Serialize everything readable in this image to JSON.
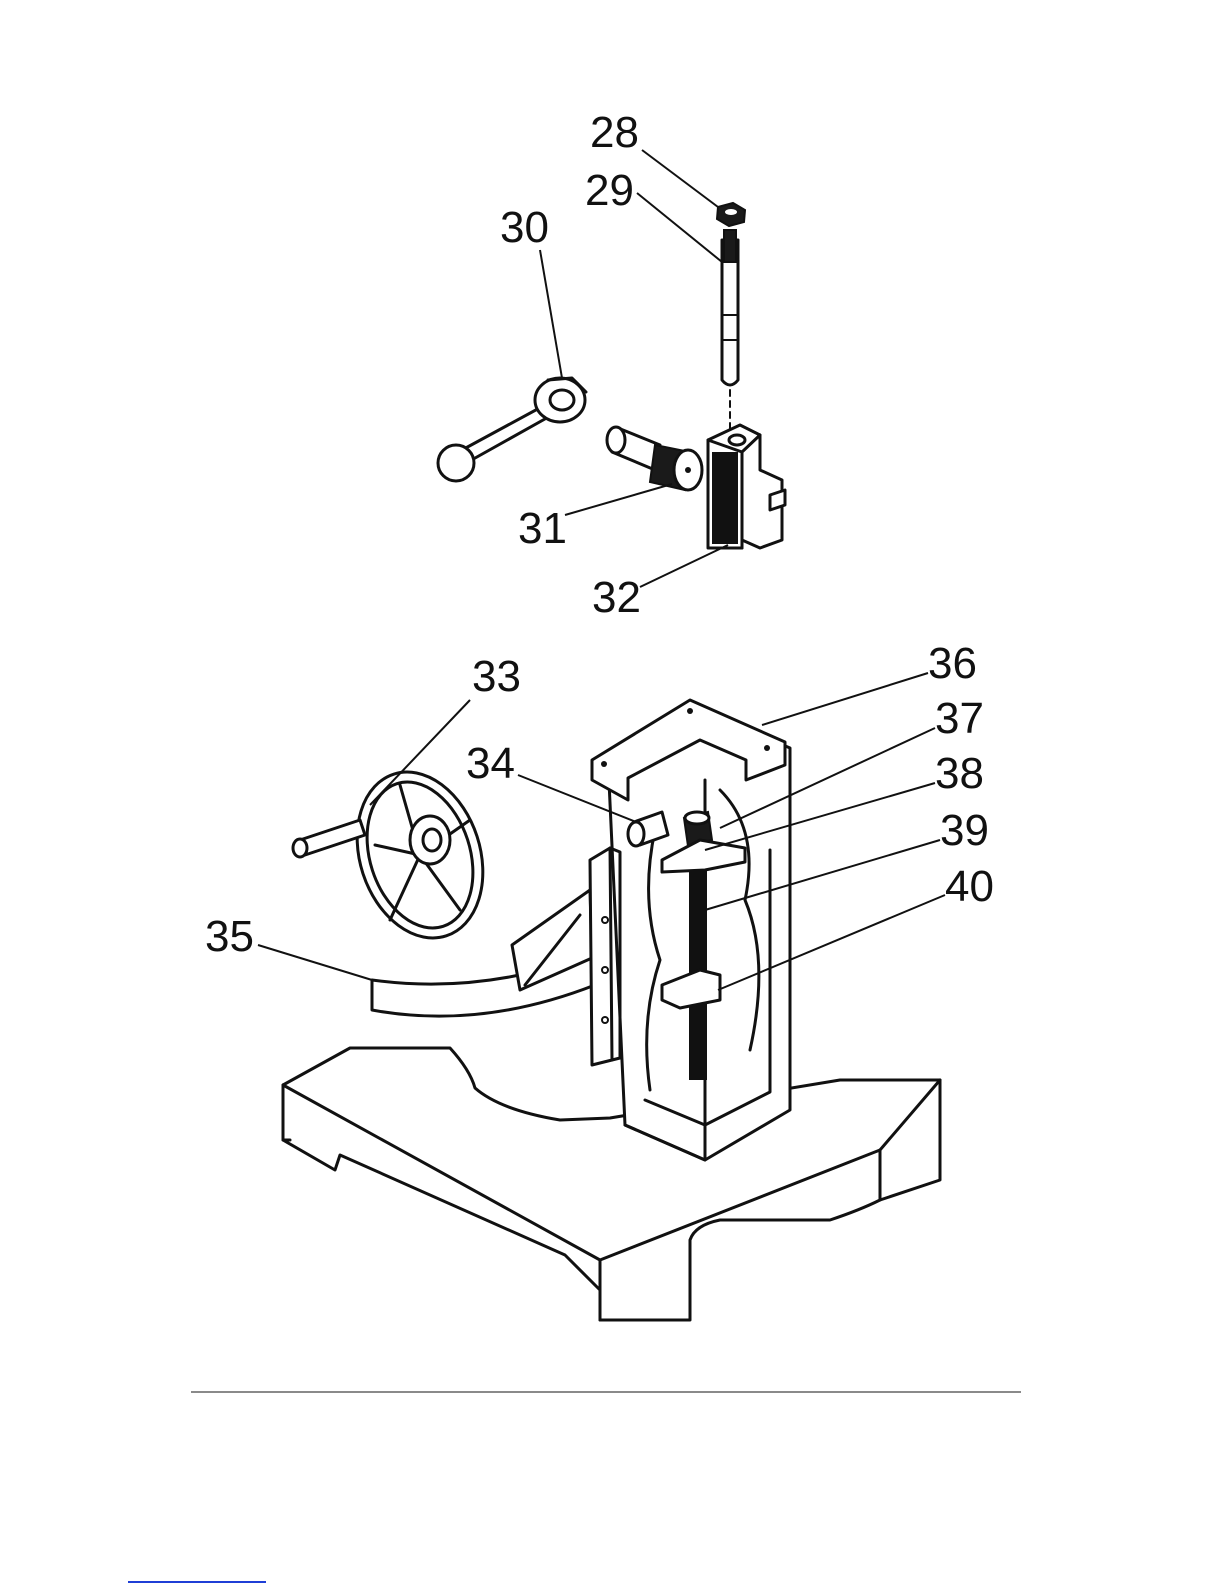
{
  "diagram": {
    "labels": [
      "28",
      "29",
      "30",
      "31",
      "32",
      "33",
      "34",
      "35",
      "36",
      "37",
      "38",
      "39",
      "40"
    ]
  }
}
